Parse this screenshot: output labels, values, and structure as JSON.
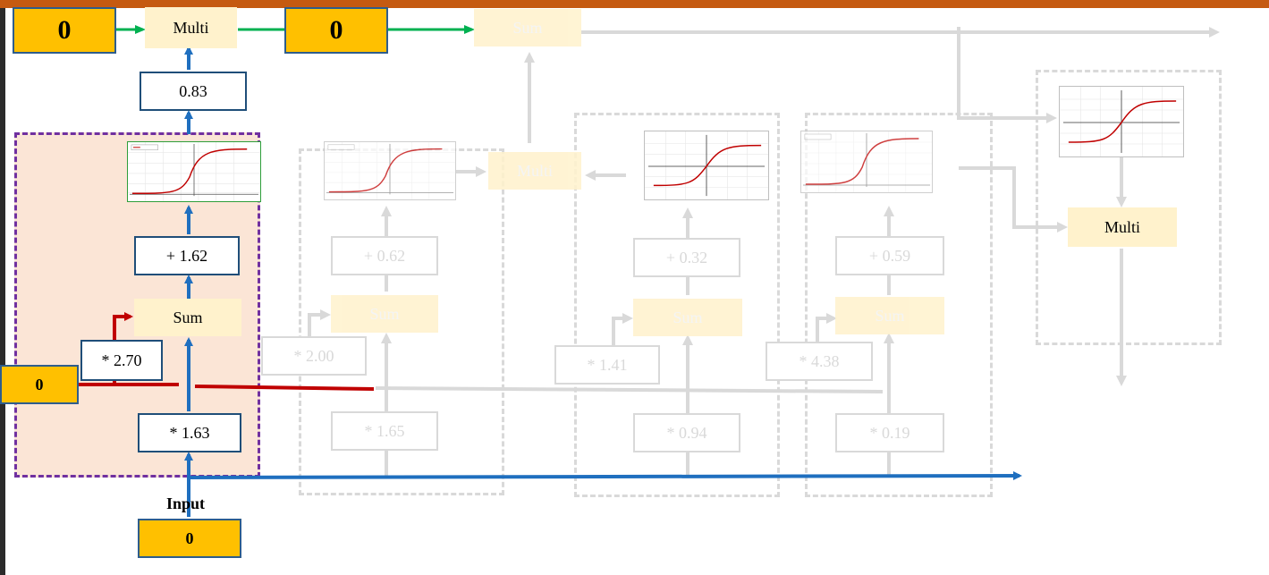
{
  "header": {
    "color": "#c55a11"
  },
  "colors": {
    "blue": "#1f6fbf",
    "green": "#00b050",
    "red": "#c00000",
    "grey": "#d9d9d9",
    "accent_yellow": "#ffc000",
    "sum_fill": "#fff2cc",
    "highlight": "#7030a0"
  },
  "top_row": {
    "left_value": "0",
    "multi": "Multi",
    "mid_value": "0",
    "sum": "Sum"
  },
  "active_unit": {
    "scale_out": "0.83",
    "offset": "+ 1.62",
    "sum": "Sum",
    "recurrent_weight": "* 2.70",
    "input_weight": "* 1.63",
    "state_value": "0",
    "activation_icon": "sigmoid-plot-icon"
  },
  "input": {
    "label": "Input",
    "value": "0"
  },
  "unit_2": {
    "offset": "+ 0.62",
    "sum": "Sum",
    "recurrent_weight": "* 2.00",
    "input_weight": "* 1.65",
    "activation_icon": "sigmoid-plot-icon"
  },
  "middle_multi": {
    "label": "Multi"
  },
  "unit_3": {
    "offset": "+ 0.32",
    "sum": "Sum",
    "recurrent_weight": "* 1.41",
    "input_weight": "* 0.94",
    "activation_icon": "tanh-plot-icon"
  },
  "unit_4": {
    "offset": "+ 0.59",
    "sum": "Sum",
    "recurrent_weight": "* 4.38",
    "input_weight": "* 0.19",
    "activation_icon": "sigmoid-plot-icon"
  },
  "output_unit": {
    "multi": "Multi",
    "activation_icon": "tanh-plot-icon"
  }
}
